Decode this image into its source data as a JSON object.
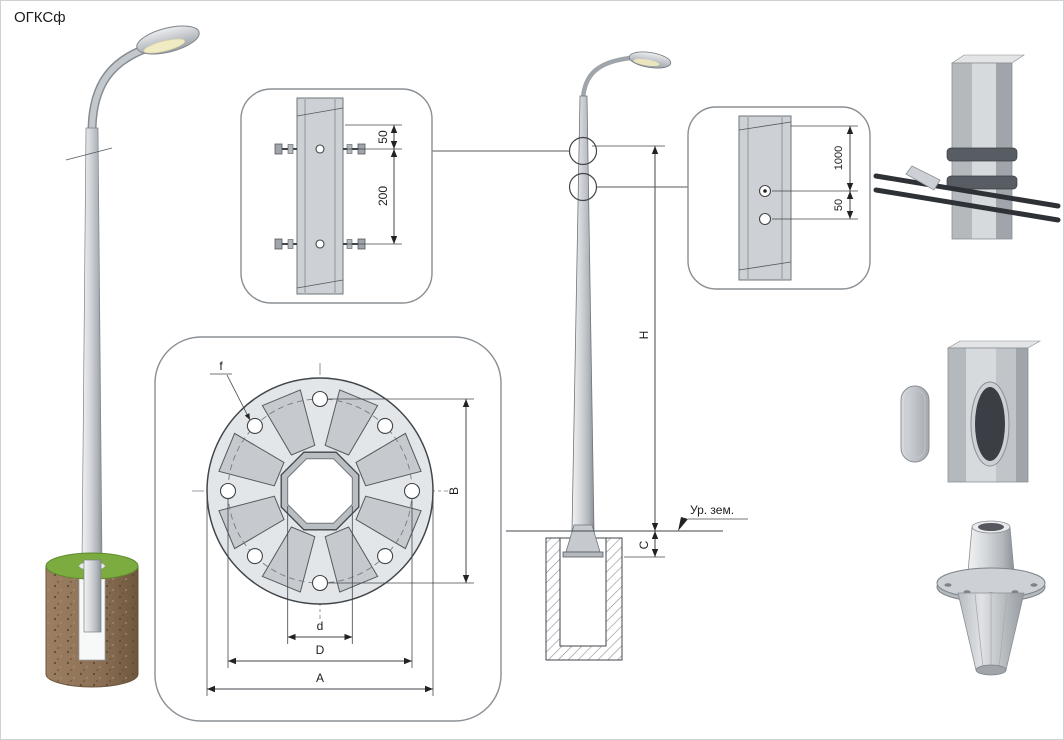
{
  "title": "ОГКСф",
  "colors": {
    "pole_gray": "#c7cbcf",
    "grass_green": "#7cab40",
    "soil_brown": "#8d7156",
    "line_dark": "#41464b"
  },
  "callout_top": {
    "dim_offset": "50",
    "dim_spacing": "200"
  },
  "callout_right": {
    "dim_height": "1000",
    "dim_offset": "50"
  },
  "flange_plan": {
    "dim_hole": "f",
    "dim_bolt_span": "B",
    "dim_inner": "d",
    "dim_bolt_circle": "D",
    "dim_outer": "A"
  },
  "elevation": {
    "dim_height": "H",
    "dim_embed": "C",
    "ground_label": "Ур. зем."
  }
}
